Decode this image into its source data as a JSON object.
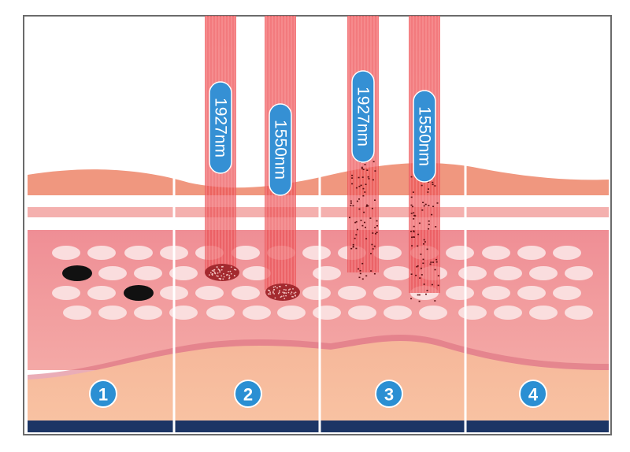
{
  "figure": {
    "beams": [
      {
        "label": "1927nm",
        "color": "#e8474c"
      },
      {
        "label": "1550nm",
        "color": "#e8474c"
      },
      {
        "label": "1927nm",
        "color": "#e8474c"
      },
      {
        "label": "1550nm",
        "color": "#e8474c"
      }
    ],
    "stages": [
      "1",
      "2",
      "3",
      "4"
    ],
    "colors": {
      "frame": "#5a5a5a",
      "epidermis": "#f0a08a",
      "dermis": "#f19a9c",
      "subcutis": "#f7bb98",
      "base_band": "#1c3565",
      "badge": "#2b8fd3",
      "label_pill": "#3590d4",
      "pigment": "#111111"
    }
  }
}
